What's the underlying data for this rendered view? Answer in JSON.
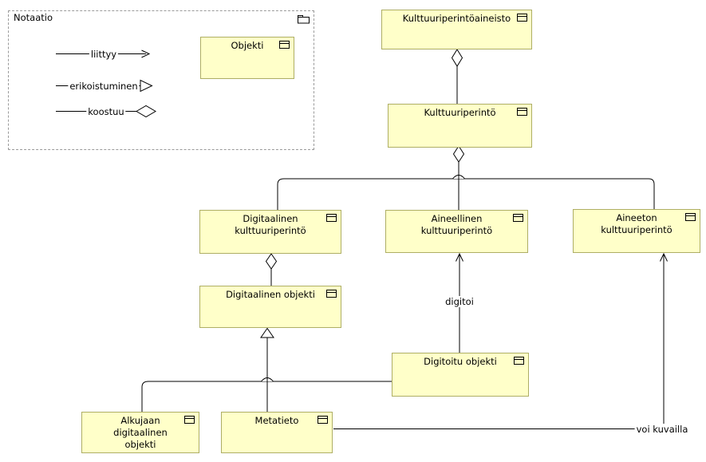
{
  "legend": {
    "title": "Notaatio",
    "items": [
      {
        "name": "association",
        "label": "liittyy"
      },
      {
        "name": "specialization",
        "label": "erikoistuminen"
      },
      {
        "name": "composition",
        "label": "koostuu"
      }
    ],
    "object_example": {
      "label": "Objekti"
    }
  },
  "boxes": {
    "kulttuuriperintoaineisto": {
      "label": "Kulttuuriperintöaineisto"
    },
    "kulttuuriperinto": {
      "label": "Kulttuuriperintö"
    },
    "digitaalinen_kulttuuriperinto": {
      "line1": "Digitaalinen",
      "line2": "kulttuuriperintö"
    },
    "aineellinen_kulttuuriperinto": {
      "line1": "Aineellinen",
      "line2": "kulttuuriperintö"
    },
    "aineeton_kulttuuriperinto": {
      "line1": "Aineeton",
      "line2": "kulttuuriperintö"
    },
    "digitaalinen_objekti": {
      "label": "Digitaalinen objekti"
    },
    "digitoitu_objekti": {
      "label": "Digitoitu objekti"
    },
    "alkujaan_digitaalinen_objekti": {
      "line1": "Alkujaan",
      "line2": "digitaalinen",
      "line3": "objekti"
    },
    "metatieto": {
      "label": "Metatieto"
    }
  },
  "edge_labels": {
    "digitoi": "digitoi",
    "voi_kuvailla": "voi kuvailla"
  },
  "colors": {
    "box_fill": "#FFFFC9",
    "box_border": "#AEAE64",
    "connector": "#000000",
    "legend_border": "#9A9A9A"
  }
}
